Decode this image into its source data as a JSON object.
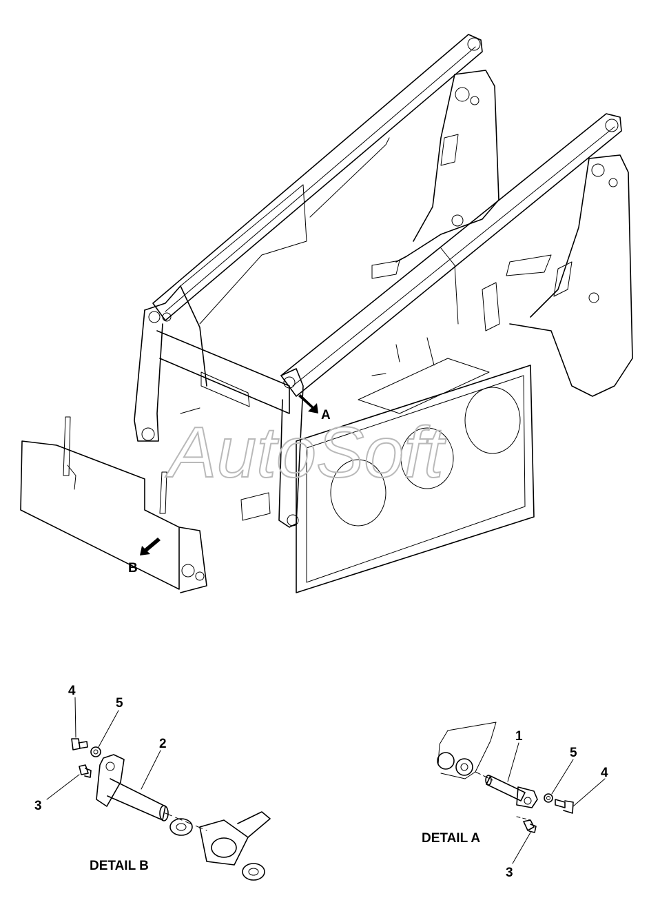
{
  "overview": {
    "arrow_a_label": "A",
    "arrow_b_label": "B"
  },
  "watermark": {
    "text": "AutoSoft"
  },
  "detail_b": {
    "caption": "DETAIL B",
    "callouts": {
      "bolt": "4",
      "washer": "5",
      "fitting": "3",
      "pin": "2"
    }
  },
  "detail_a": {
    "caption": "DETAIL A",
    "callouts": {
      "pin": "1",
      "washer": "5",
      "bolt": "4",
      "fitting": "3"
    }
  },
  "colors": {
    "ink": "#000000",
    "watermark": "#b9b9b9",
    "background": "#ffffff"
  }
}
